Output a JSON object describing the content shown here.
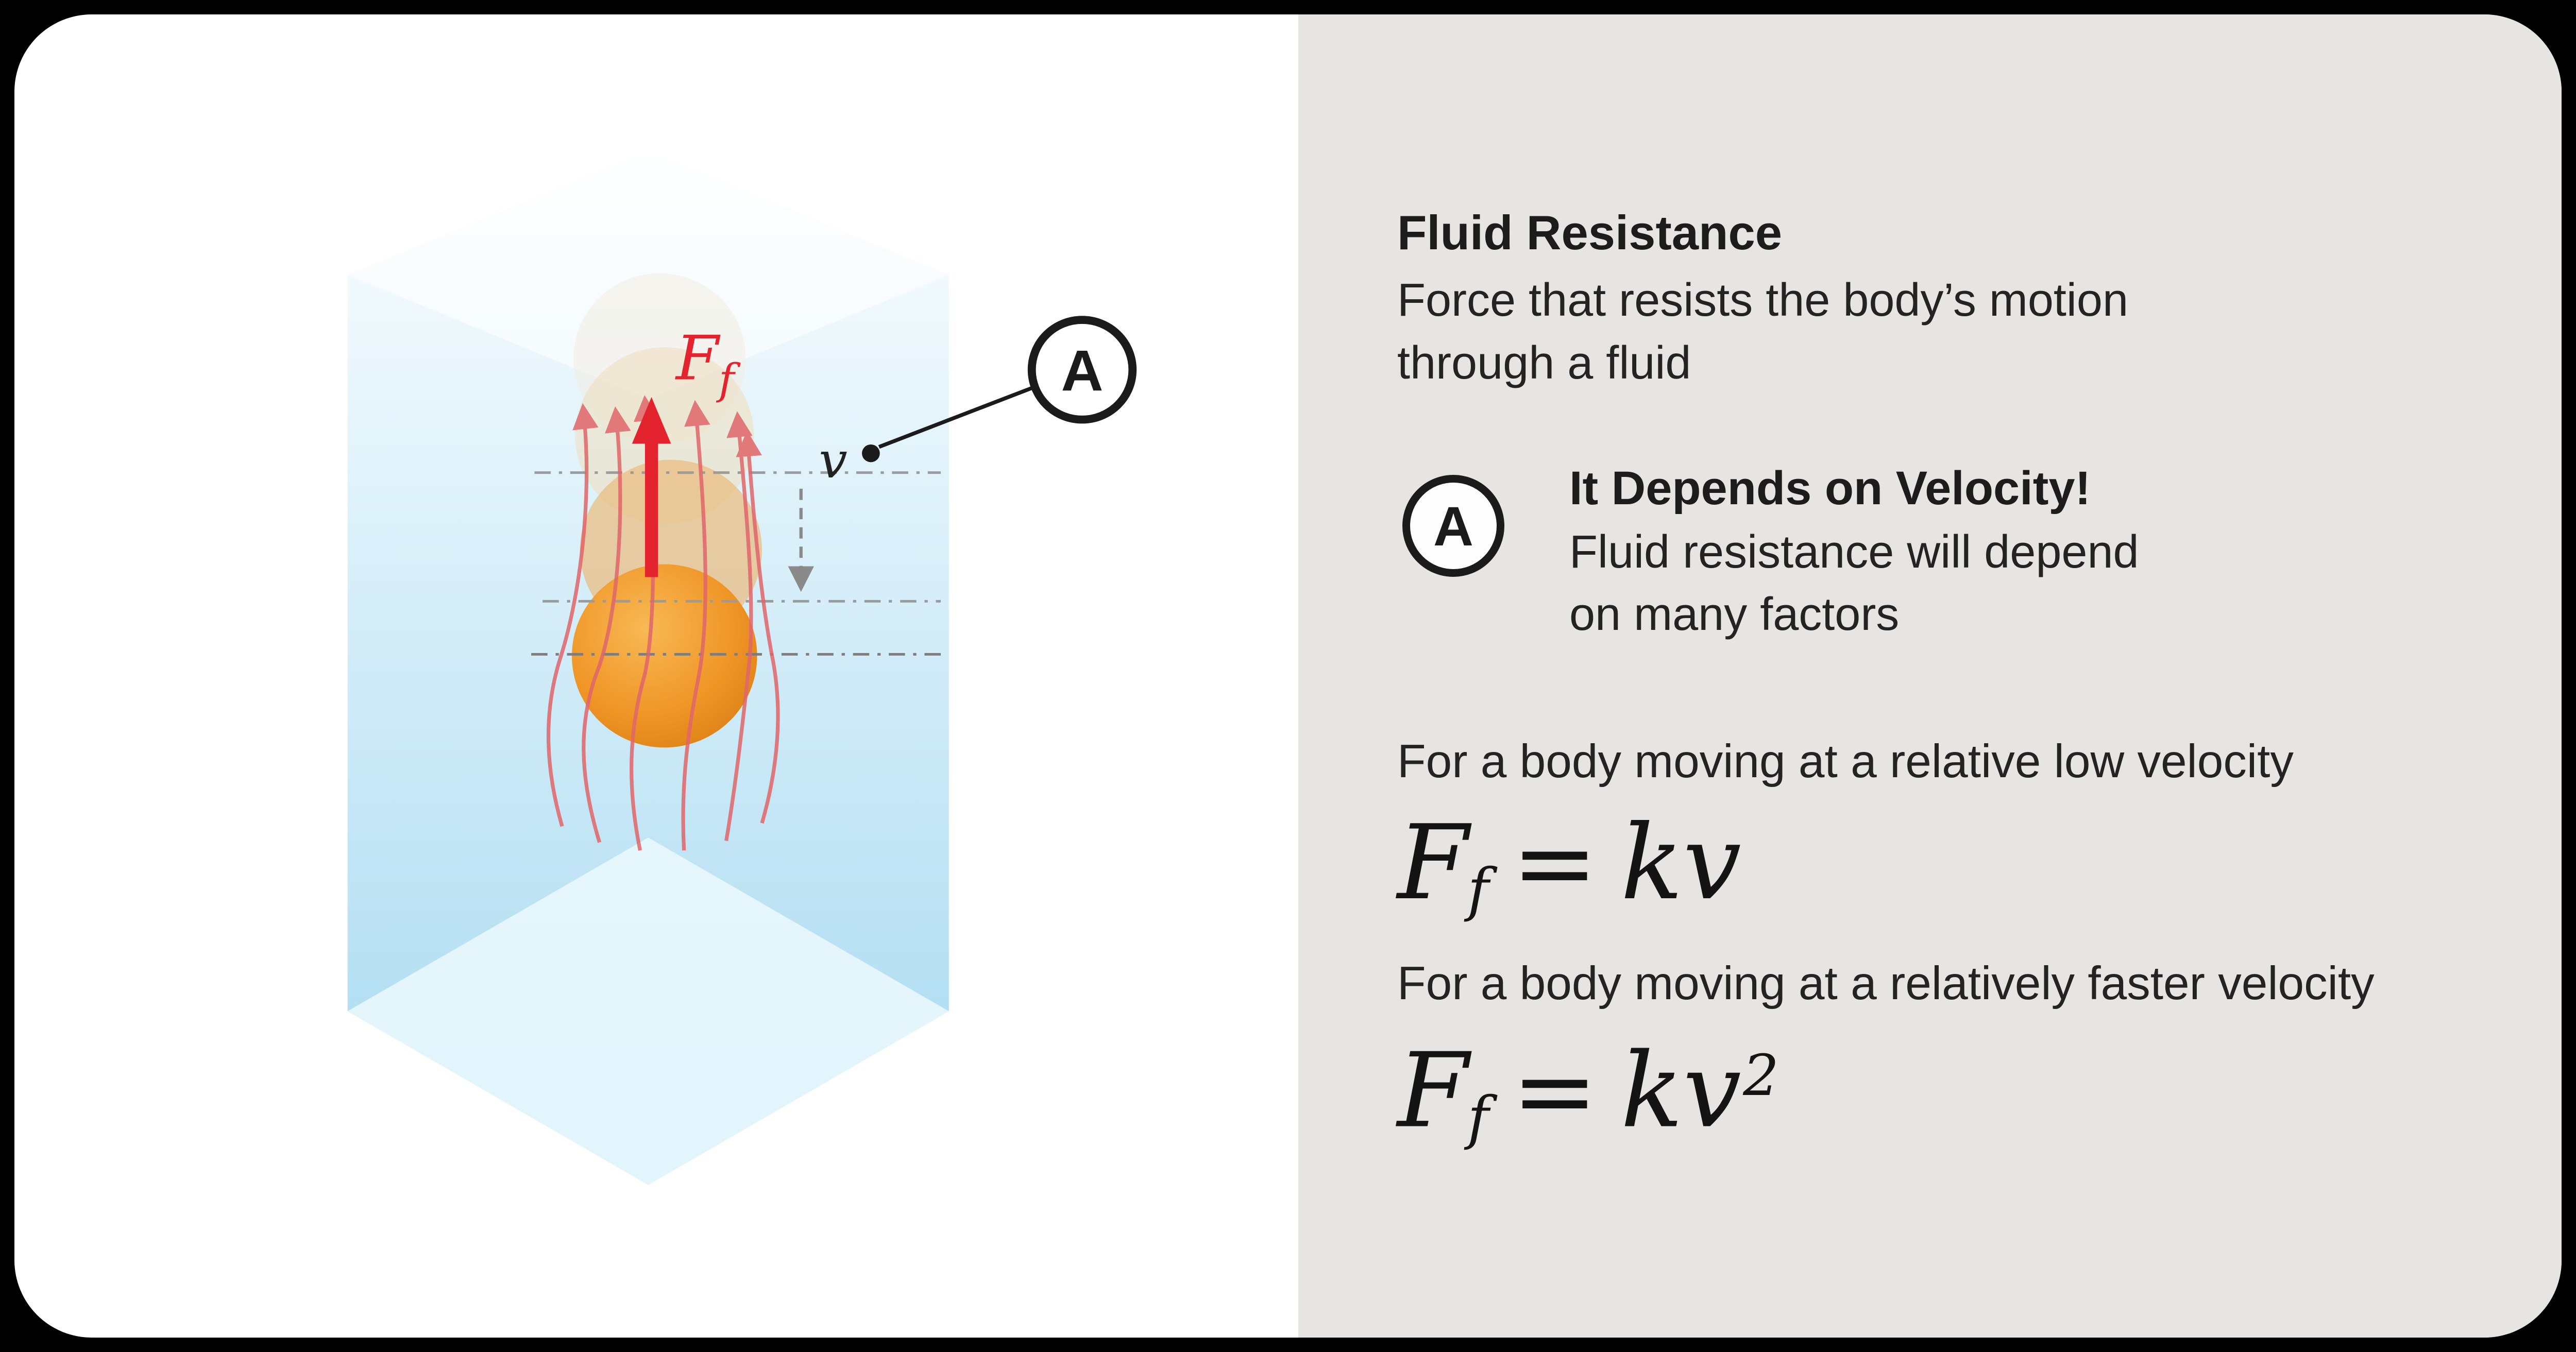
{
  "colors": {
    "page_bg": "#000000",
    "card_bg": "#ffffff",
    "panel_bg": "#e7e5e2",
    "text": "#1c1c1c",
    "accent_red": "#e3242f",
    "fluid_blue": "#a6d9f0",
    "ball_orange": "#ef9526"
  },
  "diagram": {
    "force_label": "F",
    "force_sub": "f",
    "velocity_label": "v",
    "callout_letter": "A"
  },
  "panel": {
    "heading": "Fluid Resistance",
    "subheading_line1": "Force that resists the body’s motion",
    "subheading_line2": "through a fluid",
    "callout": {
      "letter": "A",
      "title": "It Depends on Velocity!",
      "body_line1": "Fluid resistance will depend",
      "body_line2": "on many factors"
    },
    "low_velocity": {
      "caption": "For a body moving at a relative low velocity",
      "formula_lhs": "F",
      "formula_sub": "f",
      "formula_eq": "=",
      "formula_rhs": "kv"
    },
    "high_velocity": {
      "caption": "For a body moving at a relatively faster velocity",
      "formula_lhs": "F",
      "formula_sub": "f",
      "formula_eq": "=",
      "formula_rhs": "kv",
      "formula_exp": "2"
    }
  }
}
